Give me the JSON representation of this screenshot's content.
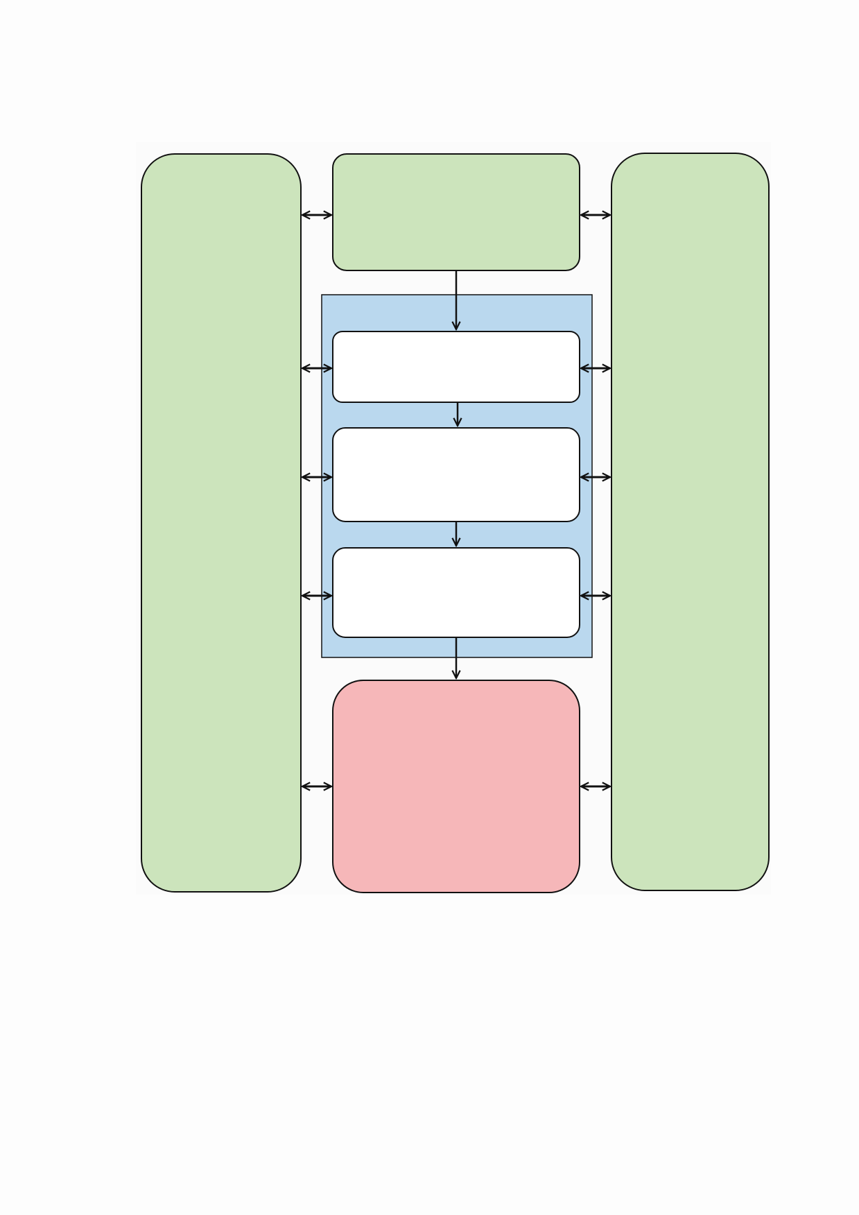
{
  "diagram": {
    "colors": {
      "background": "#fdfdfd",
      "side_panel_fill": "#cce4bc",
      "top_box_fill": "#cce4bc",
      "container_fill": "#bad8ee",
      "inner_box_fill": "#ffffff",
      "bottom_box_fill": "#f6b7b9",
      "stroke": "#111111"
    },
    "nodes": [
      {
        "id": "left-panel",
        "label": ""
      },
      {
        "id": "top-box",
        "label": ""
      },
      {
        "id": "right-panel",
        "label": ""
      },
      {
        "id": "stage-container",
        "label": ""
      },
      {
        "id": "stage-1",
        "label": ""
      },
      {
        "id": "stage-2",
        "label": ""
      },
      {
        "id": "stage-3",
        "label": ""
      },
      {
        "id": "bottom-box",
        "label": ""
      }
    ],
    "edges": [
      {
        "from": "top-box",
        "to": "stage-1",
        "type": "directed"
      },
      {
        "from": "stage-1",
        "to": "stage-2",
        "type": "directed"
      },
      {
        "from": "stage-2",
        "to": "stage-3",
        "type": "directed"
      },
      {
        "from": "stage-3",
        "to": "bottom-box",
        "type": "directed"
      },
      {
        "from": "left-panel",
        "to": "top-box",
        "type": "bidirectional"
      },
      {
        "from": "top-box",
        "to": "right-panel",
        "type": "bidirectional"
      },
      {
        "from": "left-panel",
        "to": "stage-1",
        "type": "bidirectional"
      },
      {
        "from": "stage-1",
        "to": "right-panel",
        "type": "bidirectional"
      },
      {
        "from": "left-panel",
        "to": "stage-2",
        "type": "bidirectional"
      },
      {
        "from": "stage-2",
        "to": "right-panel",
        "type": "bidirectional"
      },
      {
        "from": "left-panel",
        "to": "stage-3",
        "type": "bidirectional"
      },
      {
        "from": "stage-3",
        "to": "right-panel",
        "type": "bidirectional"
      },
      {
        "from": "left-panel",
        "to": "bottom-box",
        "type": "bidirectional"
      },
      {
        "from": "bottom-box",
        "to": "right-panel",
        "type": "bidirectional"
      }
    ]
  }
}
